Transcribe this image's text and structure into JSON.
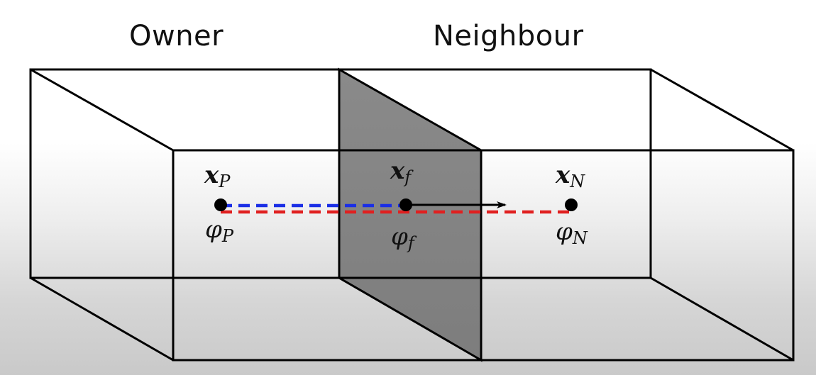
{
  "labels": {
    "owner": "Owner",
    "neighbour": "Neighbour"
  },
  "points": {
    "owner": {
      "position_base": "x",
      "position_sub": "P",
      "value_base": "φ",
      "value_sub": "P"
    },
    "face": {
      "position_base": "x",
      "position_sub": "f",
      "value_base": "φ",
      "value_sub": "f"
    },
    "neighbour": {
      "position_base": "x",
      "position_sub": "N",
      "value_base": "φ",
      "value_sub": "N"
    }
  },
  "colors": {
    "edge": "#000000",
    "face_fill": "#8e8e8e",
    "owner_to_face_line": "#1a2ee6",
    "owner_to_neighbour_line": "#e02020",
    "face_normal_arrow": "#000000"
  }
}
